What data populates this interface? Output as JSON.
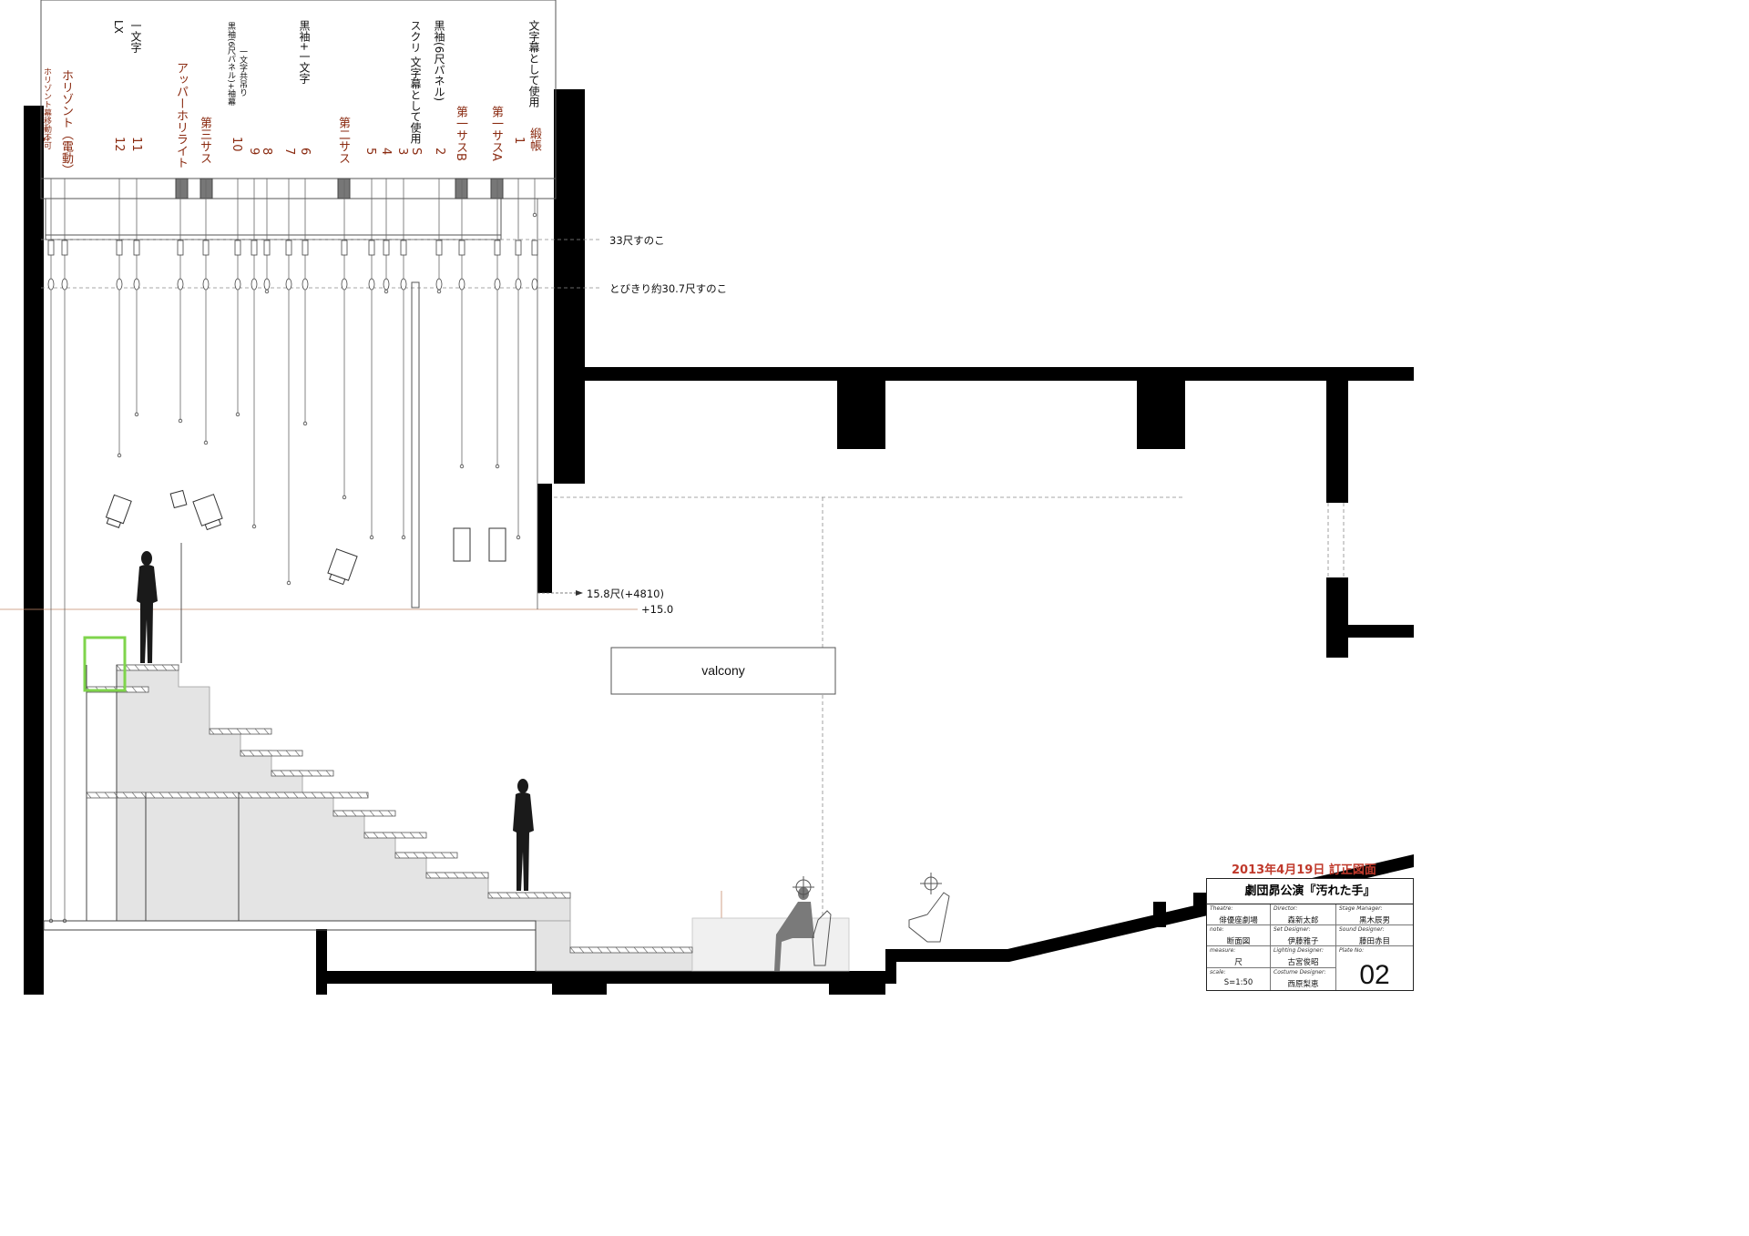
{
  "fly_labels": [
    {
      "text": "1",
      "color": "red"
    },
    {
      "text": "ホリゾント幕移動不可",
      "color": "red"
    },
    {
      "text": "ホリゾント（電動）",
      "color": "red"
    },
    {
      "text": "12",
      "color": "red"
    },
    {
      "text": "11",
      "color": "red"
    },
    {
      "text": "アッパーホリライト",
      "color": "red"
    },
    {
      "text": "第三サス",
      "color": "red"
    },
    {
      "text": "10",
      "color": "red"
    },
    {
      "text": "9",
      "color": "red"
    },
    {
      "text": "8",
      "color": "red"
    },
    {
      "text": "7",
      "color": "red"
    },
    {
      "text": "6",
      "color": "red"
    },
    {
      "text": "第二サス",
      "color": "red"
    },
    {
      "text": "5",
      "color": "red"
    },
    {
      "text": "4",
      "color": "red"
    },
    {
      "text": "3",
      "color": "red"
    },
    {
      "text": "S",
      "color": "red"
    },
    {
      "text": "2",
      "color": "red"
    },
    {
      "text": "第一サスB",
      "color": "red"
    },
    {
      "text": "第一サスA",
      "color": "red"
    },
    {
      "text": "1",
      "color": "red"
    },
    {
      "text": "緞帳",
      "color": "red"
    }
  ],
  "usage_labels": {
    "lx": "LX",
    "ichimonji_1": "一文字",
    "kurobiki_ichimonji_tsuki": "黒袖(6尺パネル)+袖幕",
    "ichimonji_tomo": "一文字共吊り",
    "kurosode_ichimonji": "黒袖+一文字",
    "scrim_ichimonji": "スクリ 文字幕として使用",
    "kurosode_6shaku": "黒袖(6尺パネル)",
    "ichimonji_use": "文字幕として使用"
  },
  "level_labels": {
    "grid_33": "33尺すのこ",
    "grid_30": "とびきり約30.7尺すのこ",
    "height_158": "15.8尺(+4810)",
    "height_15": "+15.0"
  },
  "balcony_label": "valcony",
  "revision_note": "2013年4月19日 訂正図面",
  "title_block": {
    "title": "劇団昴公演『汚れた手』",
    "theatre_key": "Theatre:",
    "theatre": "俳優座劇場",
    "director_key": "Director:",
    "director": "森新太郎",
    "stage_manager_key": "Stage Manager:",
    "stage_manager": "黒木辰男",
    "note_key": "note:",
    "note": "断面図",
    "set_designer_key": "Set Designer:",
    "set_designer": "伊藤雅子",
    "sound_designer_key": "Sound Designer:",
    "sound_designer": "藤田赤目",
    "measure_key": "measure:",
    "measure": "尺",
    "lighting_designer_key": "Lighting Designer:",
    "lighting_designer": "古宮俊昭",
    "plate_no_key": "Plate No:",
    "plate_no": "02",
    "scale_key": "scale:",
    "scale": "S=1:50",
    "costume_designer_key": "Costume Designer:",
    "costume_designer": "西原梨恵"
  },
  "colors": {
    "wall": "#000000",
    "fly_label": "#8a2a10",
    "revision": "#c0392b",
    "platform_fill": "#e2e2e2",
    "platform_edge": "#9a9a9a",
    "highlight_frame": "#7fd44c",
    "human": "#1a1a1a",
    "seat_person": "#7a7a7a"
  }
}
